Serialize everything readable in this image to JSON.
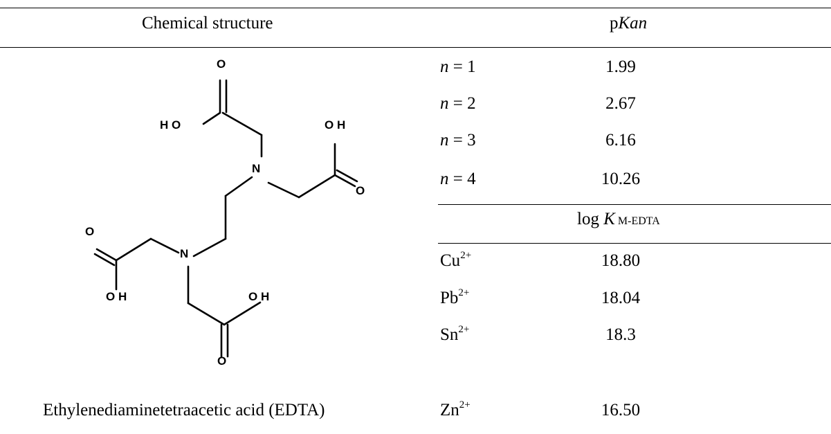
{
  "table": {
    "header": {
      "structure": "Chemical structure",
      "pka_prefix": "p",
      "pka_italic": "Kan"
    },
    "compound_name": "Ethylenediaminetetraacetic acid (EDTA)",
    "pka_rows": [
      {
        "n_var": "n",
        "n_eq": " = 1",
        "value": "1.99"
      },
      {
        "n_var": "n",
        "n_eq": " = 2",
        "value": "2.67"
      },
      {
        "n_var": "n",
        "n_eq": " = 3",
        "value": "6.16"
      },
      {
        "n_var": "n",
        "n_eq": " = 4",
        "value": "10.26"
      }
    ],
    "logk_header": {
      "prefix": "log ",
      "italic": "K",
      "subscript": " M-EDTA"
    },
    "logk_rows": [
      {
        "metal": "Cu",
        "charge": "2+",
        "value": "18.80"
      },
      {
        "metal": "Pb",
        "charge": "2+",
        "value": "18.04"
      },
      {
        "metal": "Sn",
        "charge": "2+",
        "value": "18.3"
      },
      {
        "metal": "Zn",
        "charge": "2+",
        "value": "16.50"
      }
    ]
  },
  "structure_atoms": {
    "o_top": "O",
    "ho_left": "H O",
    "oh_right": "O H",
    "n_upper": "N",
    "o_right": "O",
    "o_left": "O",
    "n_lower": "N",
    "oh_lower_left": "O H",
    "oh_lower_right": "O H",
    "o_bottom": "O"
  }
}
